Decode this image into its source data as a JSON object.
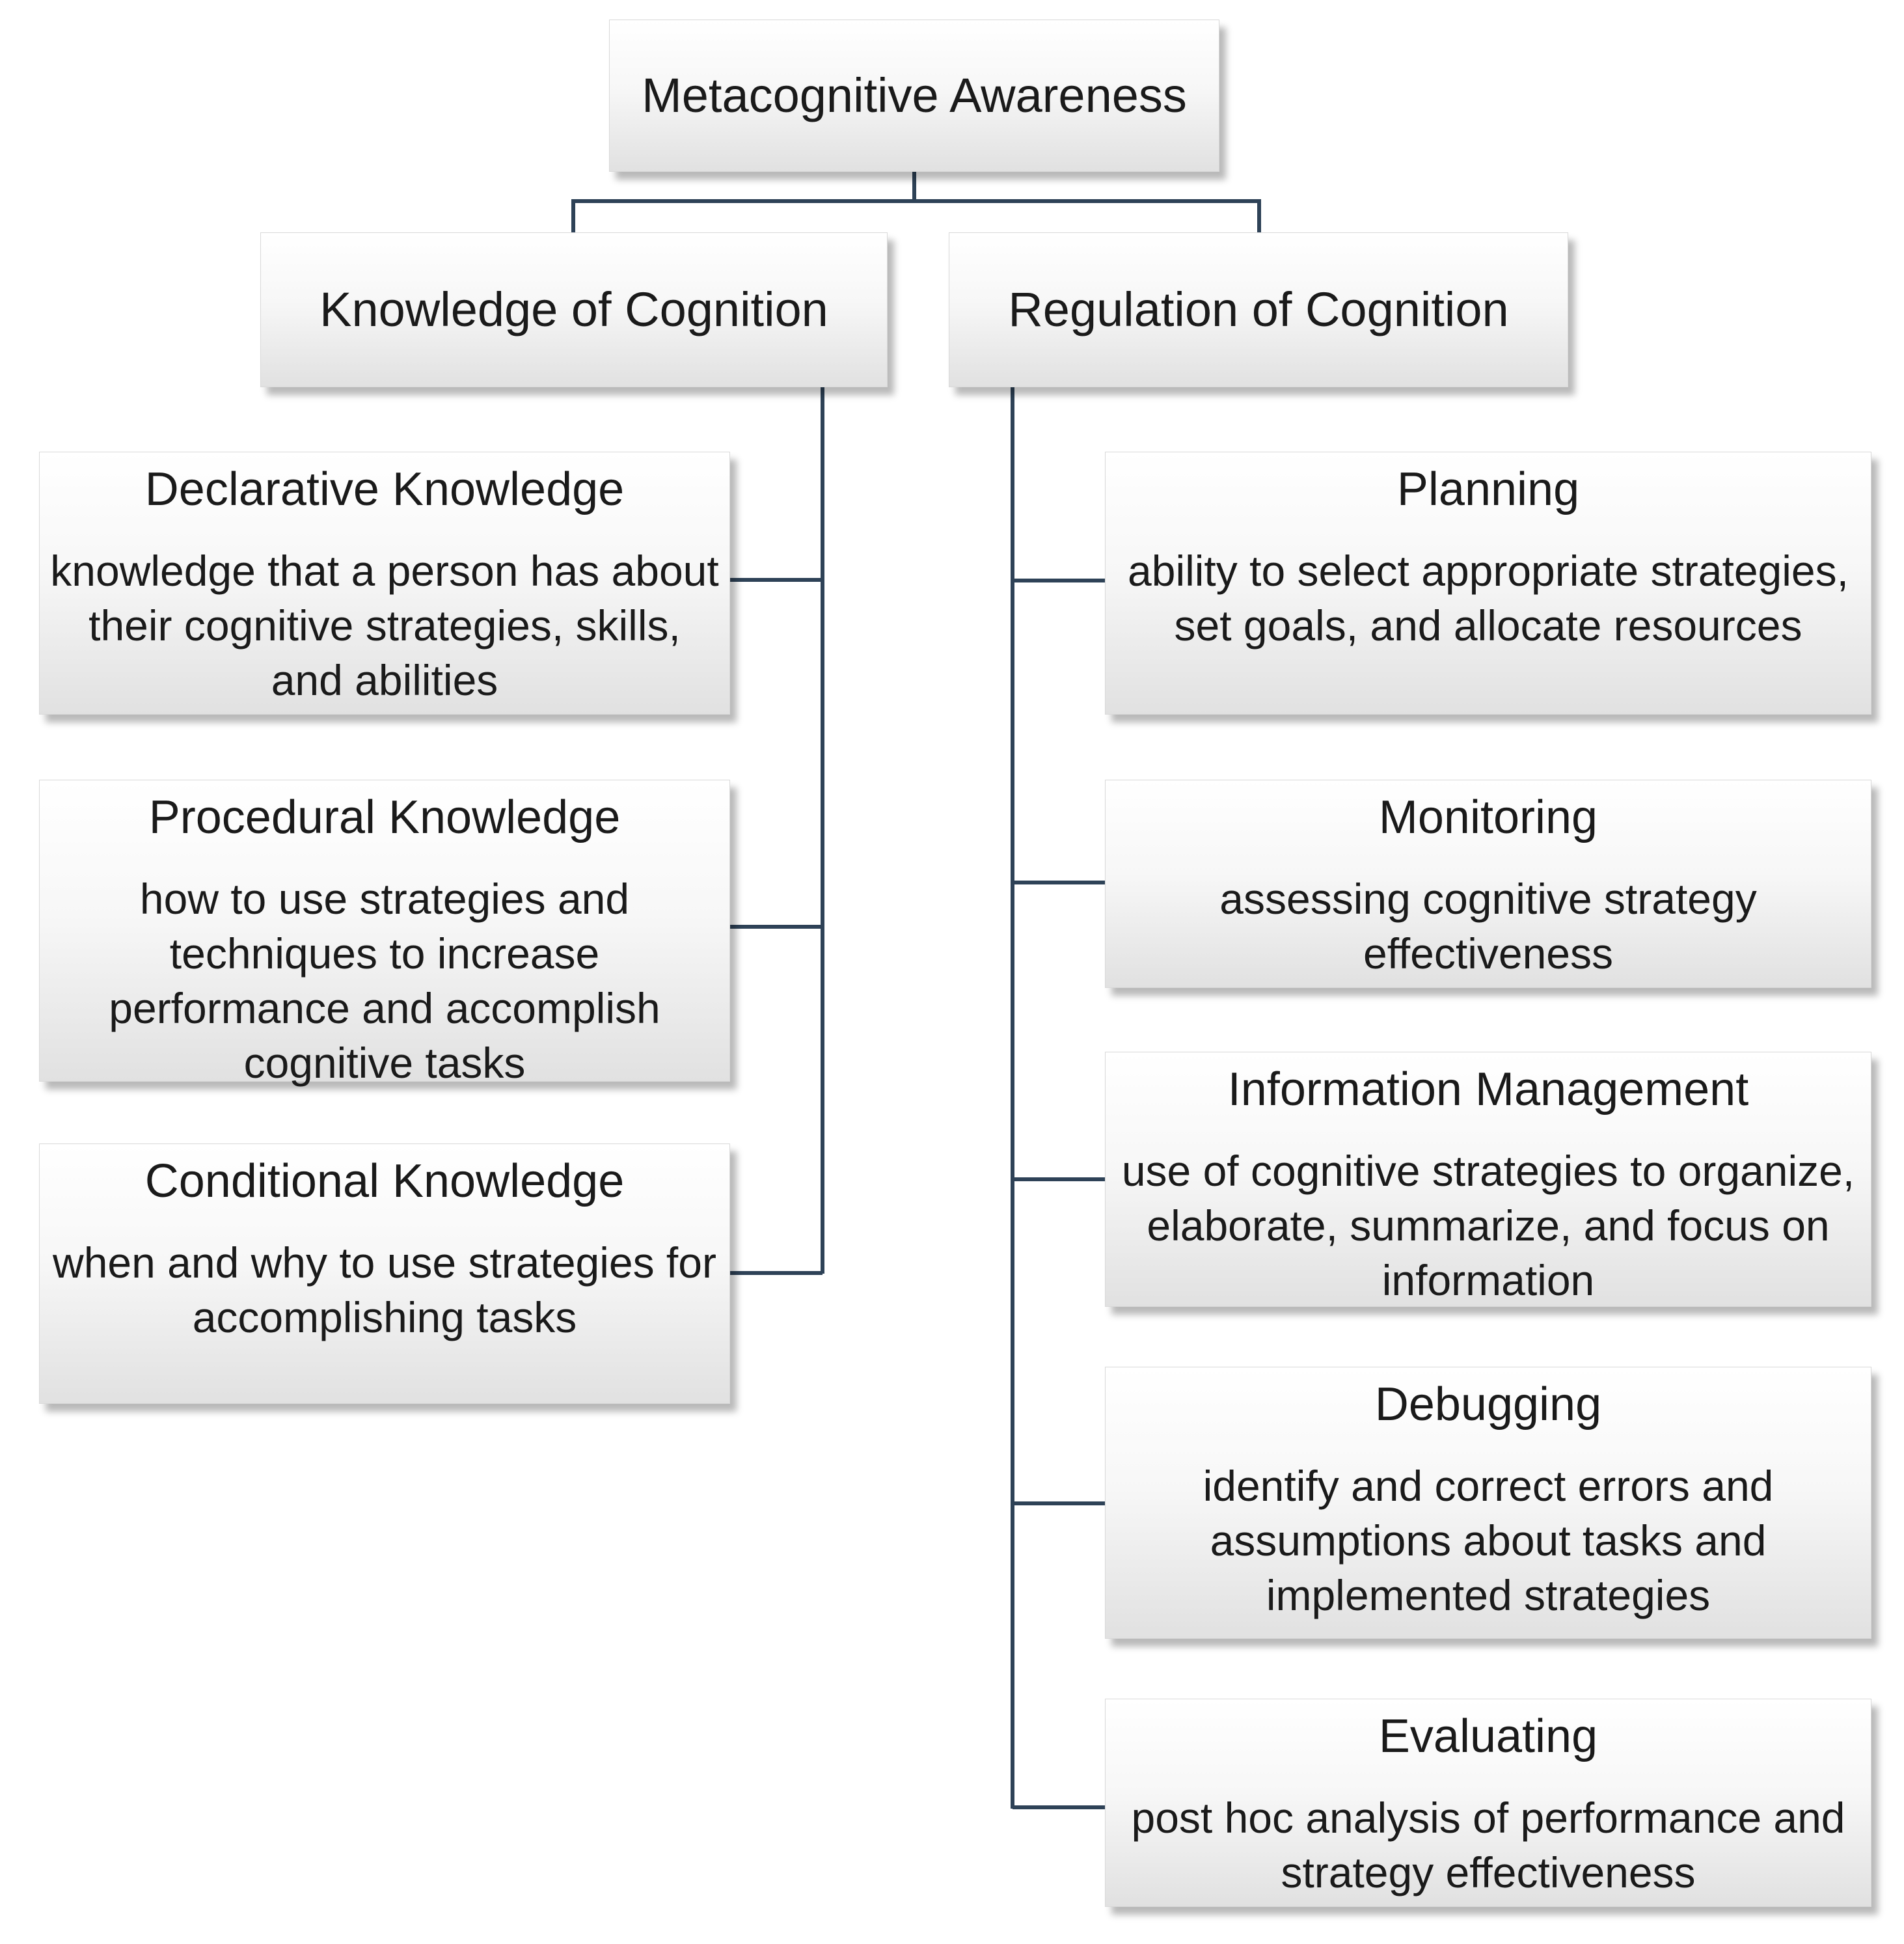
{
  "diagram": {
    "root": {
      "title": "Metacognitive Awareness"
    },
    "branches": [
      {
        "title": "Knowledge of Cognition",
        "children": [
          {
            "title": "Declarative Knowledge",
            "description": "knowledge that a person has about their cognitive strategies, skills, and abilities"
          },
          {
            "title": "Procedural Knowledge",
            "description": "how to use strategies and techniques to increase performance and accomplish cognitive tasks"
          },
          {
            "title": "Conditional Knowledge",
            "description": "when and why to use strategies for accomplishing tasks"
          }
        ]
      },
      {
        "title": "Regulation of Cognition",
        "children": [
          {
            "title": "Planning",
            "description": "ability to select appropriate strategies, set goals, and allocate resources"
          },
          {
            "title": "Monitoring",
            "description": "assessing cognitive strategy effectiveness"
          },
          {
            "title": "Information Management",
            "description": "use of cognitive strategies to organize, elaborate, summarize, and focus on information"
          },
          {
            "title": "Debugging",
            "description": "identify and correct errors and assumptions about tasks and implemented strategies"
          },
          {
            "title": "Evaluating",
            "description": "post hoc analysis of performance and strategy effectiveness"
          }
        ]
      }
    ],
    "colors": {
      "connector": "#2e4257",
      "box_border": "#d9d9d9",
      "text": "#1a1a1a"
    }
  }
}
